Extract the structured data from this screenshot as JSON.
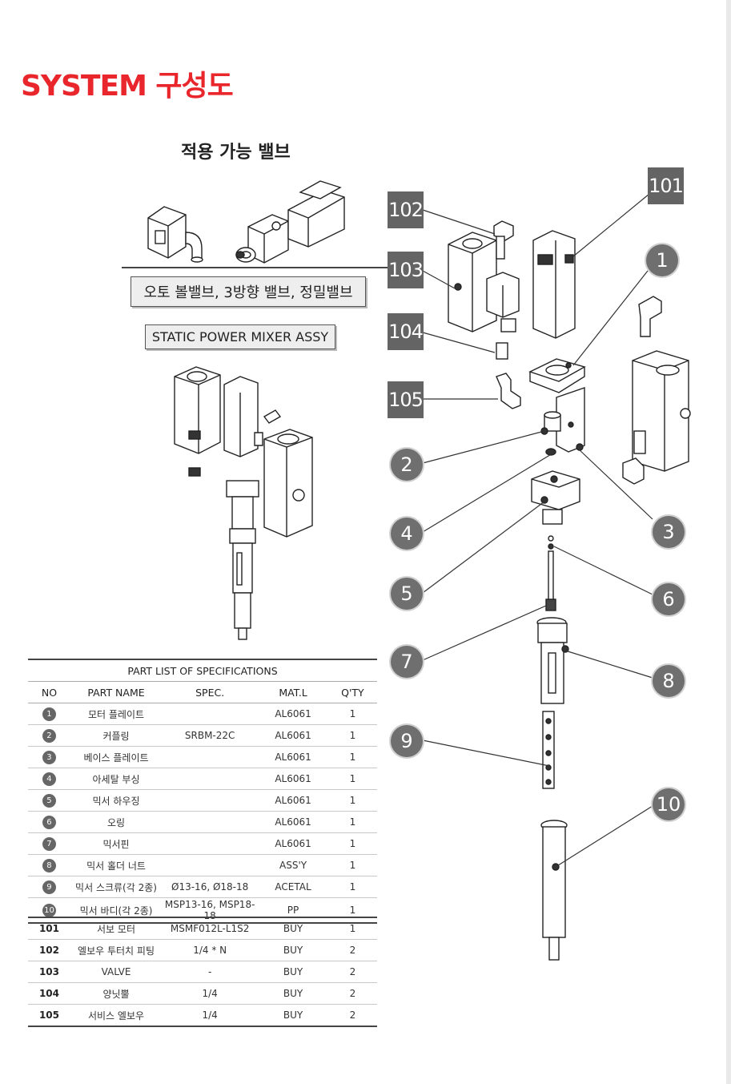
{
  "title": "SYSTEM 구성도",
  "valves": {
    "heading": "적용 가능 밸브",
    "types": "오토 볼밸브, 3방향 밸브, 정밀밸브"
  },
  "assembly_label": "STATIC POWER MIXER ASSY",
  "callouts": {
    "square": [
      "101",
      "102",
      "103",
      "104",
      "105"
    ],
    "round": [
      "1",
      "2",
      "3",
      "4",
      "5",
      "6",
      "7",
      "8",
      "9",
      "10"
    ]
  },
  "parts_table": {
    "title": "PART LIST OF SPECIFICATIONS",
    "headers": [
      "NO",
      "PART NAME",
      "SPEC.",
      "MAT.L",
      "Q'TY"
    ],
    "rows": [
      {
        "no": "1",
        "name": "모터 플레이트",
        "spec": "",
        "mat": "AL6061",
        "qty": "1"
      },
      {
        "no": "2",
        "name": "커플링",
        "spec": "SRBM-22C",
        "mat": "AL6061",
        "qty": "1"
      },
      {
        "no": "3",
        "name": "베이스 플레이트",
        "spec": "",
        "mat": "AL6061",
        "qty": "1"
      },
      {
        "no": "4",
        "name": "아세탈 부싱",
        "spec": "",
        "mat": "AL6061",
        "qty": "1"
      },
      {
        "no": "5",
        "name": "믹서 하우징",
        "spec": "",
        "mat": "AL6061",
        "qty": "1"
      },
      {
        "no": "6",
        "name": "오링",
        "spec": "",
        "mat": "AL6061",
        "qty": "1"
      },
      {
        "no": "7",
        "name": "믹서핀",
        "spec": "",
        "mat": "AL6061",
        "qty": "1"
      },
      {
        "no": "8",
        "name": "믹서 홀더 너트",
        "spec": "",
        "mat": "ASS'Y",
        "qty": "1"
      },
      {
        "no": "9",
        "name": "믹서 스크류(각 2종)",
        "spec": "Ø13-16, Ø18-18",
        "mat": "ACETAL",
        "qty": "1"
      },
      {
        "no": "10",
        "name": "믹서 바디(각 2종)",
        "spec": "MSP13-16, MSP18-18",
        "mat": "PP",
        "qty": "1"
      }
    ]
  },
  "purchase_table": {
    "rows": [
      {
        "no": "101",
        "name": "서보 모터",
        "spec": "MSMF012L-L1S2",
        "mat": "BUY",
        "qty": "1"
      },
      {
        "no": "102",
        "name": "엘보우 투터치 피팅",
        "spec": "1/4 * N",
        "mat": "BUY",
        "qty": "2"
      },
      {
        "no": "103",
        "name": "VALVE",
        "spec": "-",
        "mat": "BUY",
        "qty": "2"
      },
      {
        "no": "104",
        "name": "양닛뿔",
        "spec": "1/4",
        "mat": "BUY",
        "qty": "2"
      },
      {
        "no": "105",
        "name": "서비스 엘보우",
        "spec": "1/4",
        "mat": "BUY",
        "qty": "2"
      }
    ]
  },
  "colors": {
    "accent": "#e8262c",
    "callout": "#6f6f6f"
  }
}
